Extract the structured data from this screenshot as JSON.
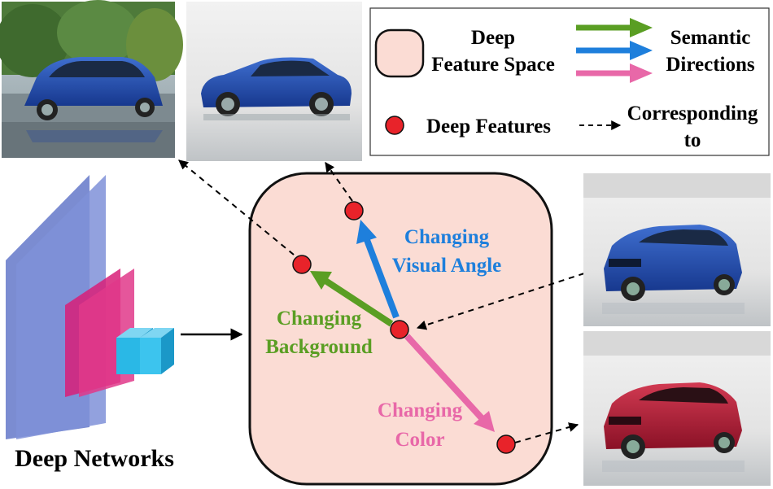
{
  "legend": {
    "feature_space_label": [
      "Deep",
      "Feature Space"
    ],
    "semantic_directions_label": [
      "Semantic",
      "Directions"
    ],
    "deep_features_label": "Deep Features",
    "corresponding_label": [
      "Corresponding",
      "to"
    ]
  },
  "network": {
    "label": "Deep Networks"
  },
  "directions": {
    "visual_angle": [
      "Changing",
      "Visual Angle"
    ],
    "background": [
      "Changing",
      "Background"
    ],
    "color": [
      "Changing",
      "Color"
    ]
  },
  "colors": {
    "green_arrow": "#5a9e23",
    "blue_arrow": "#1e7fdc",
    "pink_arrow": "#e868a8",
    "feature_space_fill": "#fbdcd4",
    "feature_point": "#e8232a",
    "blue_text": "#1e7fdc",
    "green_text": "#5a9e23",
    "pink_text": "#e868a8",
    "network_blue": "#6d7fcc",
    "network_magenta": "#d81e78",
    "network_cyan": "#2ab8e6"
  },
  "images": {
    "top_left": "blue-sedan-wet-pavement",
    "top_middle": "blue-sedan-side-view",
    "right_top": "blue-sedan-front-three-quarter",
    "right_bottom": "red-sedan-front-three-quarter"
  }
}
